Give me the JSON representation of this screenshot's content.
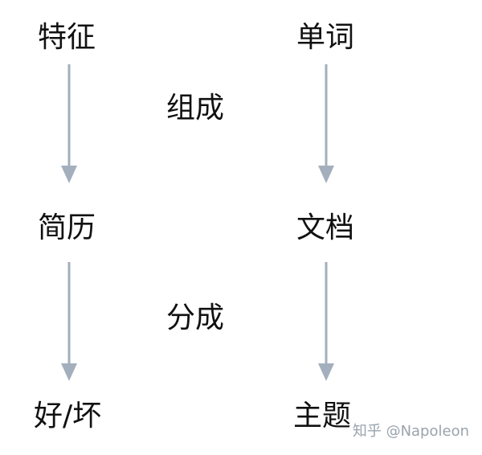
{
  "left_column": {
    "top": "特征",
    "middle": "简历",
    "bottom": "好/坏"
  },
  "right_column": {
    "top": "单词",
    "middle": "文档",
    "bottom": "主题"
  },
  "relations": {
    "upper": "组成",
    "lower": "分成"
  },
  "arrow_color": "#a3afbd",
  "watermark": "知乎 @Napoleon"
}
